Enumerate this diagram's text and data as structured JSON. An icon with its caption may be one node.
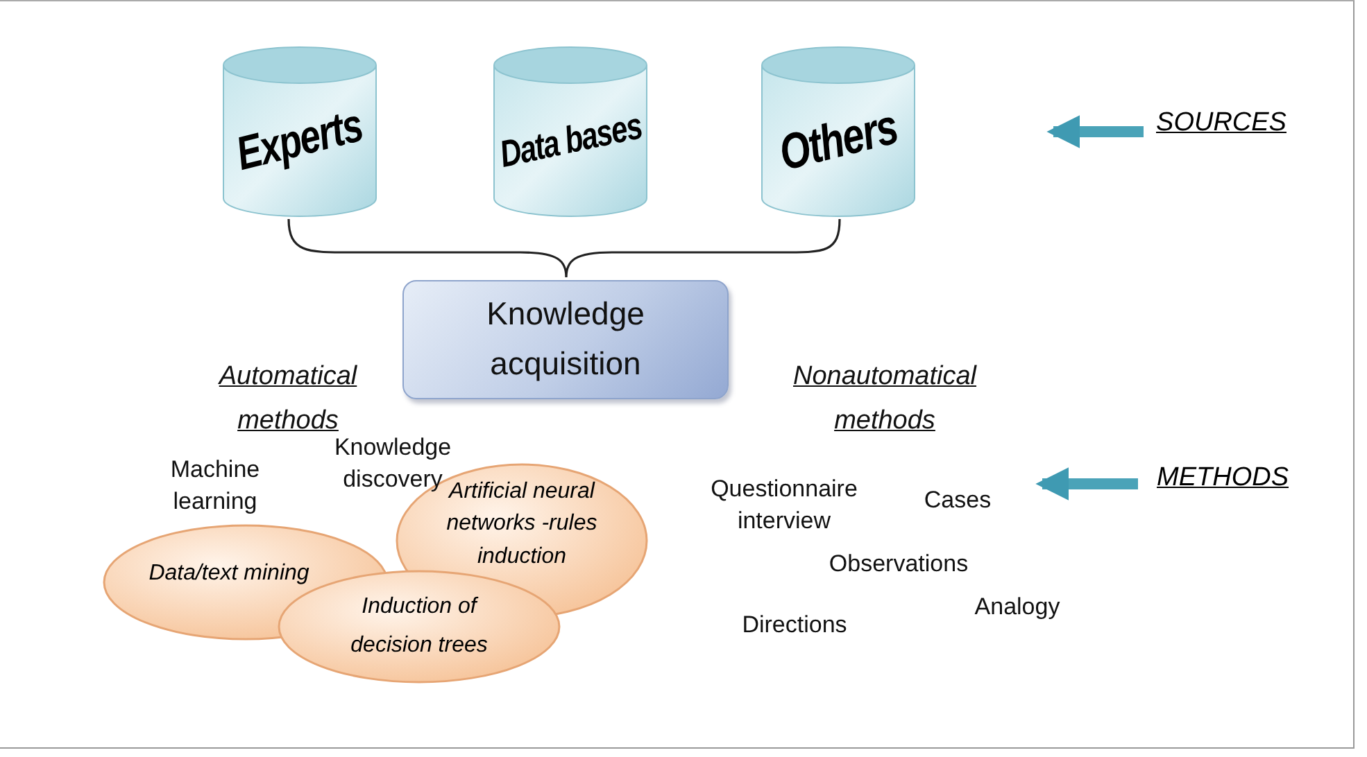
{
  "diagram": {
    "nodes": [
      {
        "text": [
          "Experts"
        ]
      },
      {
        "text": [
          "Data bases"
        ]
      },
      {
        "text": [
          "Others"
        ]
      },
      {
        "text": [
          "SOURCES"
        ]
      },
      {
        "text": [
          "Knowledge acquisition"
        ]
      },
      {
        "text": [
          "METHODS"
        ]
      },
      {
        "text": [
          "Artificial neural networks -rules induction"
        ]
      },
      {
        "text": [
          "Data/text mining"
        ]
      },
      {
        "text": [
          "Induction of decision trees"
        ]
      }
    ],
    "edges": [
      {
        "from": 3,
        "to": null,
        "arrow": "to"
      },
      {
        "from": 5,
        "to": null,
        "arrow": "to"
      }
    ],
    "labels": [
      "Automatical methods",
      "Nonautomatical methods",
      "Knowledge discovery",
      "Machine learning",
      "Questionnaire interview",
      "Cases",
      "Observations",
      "Analogy",
      "Directions"
    ]
  }
}
